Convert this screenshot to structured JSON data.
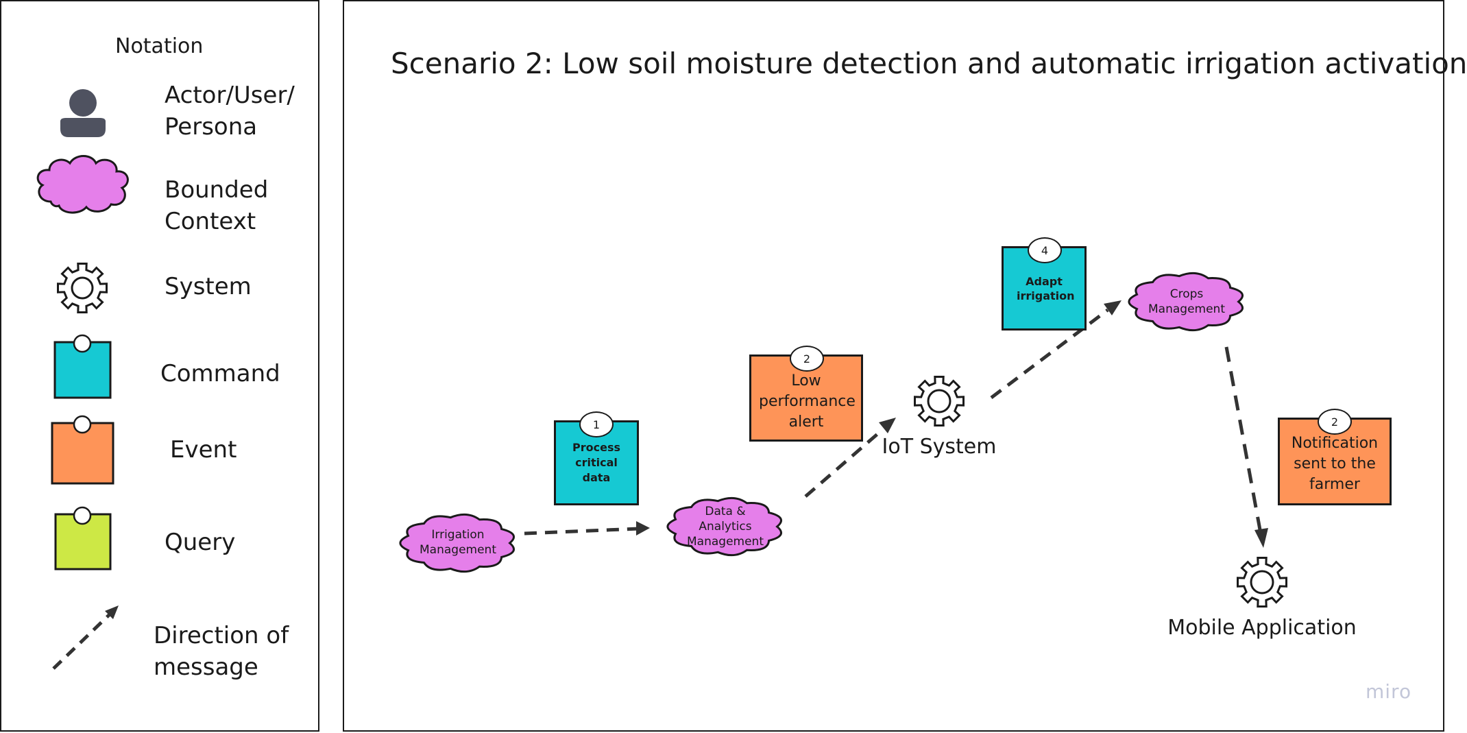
{
  "colors": {
    "bounded_context": "#e57fea",
    "command": "#16c9d3",
    "event": "#fe9458",
    "query": "#cde845",
    "actor": "#4f5260",
    "line": "#333333"
  },
  "legend": {
    "title": "Notation",
    "items": [
      {
        "icon": "actor-icon",
        "label": "Actor/User/\nPersona"
      },
      {
        "icon": "cloud-icon",
        "label": "Bounded\nContext"
      },
      {
        "icon": "gear-icon",
        "label": "System"
      },
      {
        "icon": "command-sticky-icon",
        "label": "Command"
      },
      {
        "icon": "event-sticky-icon",
        "label": "Event"
      },
      {
        "icon": "query-sticky-icon",
        "label": "Query"
      },
      {
        "icon": "dashed-arrow-icon",
        "label": "Direction of\nmessage"
      }
    ]
  },
  "scenario": {
    "title": "Scenario 2: Low soil moisture detection and automatic irrigation activation",
    "bounded_contexts": {
      "irrigation": "Irrigation\nManagement",
      "data_analytics": "Data &\nAnalytics\nManagement",
      "crops": "Crops\nManagement"
    },
    "commands": {
      "process": {
        "number": "1",
        "label": "Process critical data"
      },
      "adapt": {
        "number": "4",
        "label": "Adapt irrigation"
      }
    },
    "events": {
      "low_perf": {
        "number": "2",
        "label": "Low performance alert"
      },
      "notification": {
        "number": "2",
        "label": "Notification sent to the farmer"
      }
    },
    "systems": {
      "iot": "IoT System",
      "mobile": "Mobile Application"
    }
  },
  "watermark": "miro"
}
